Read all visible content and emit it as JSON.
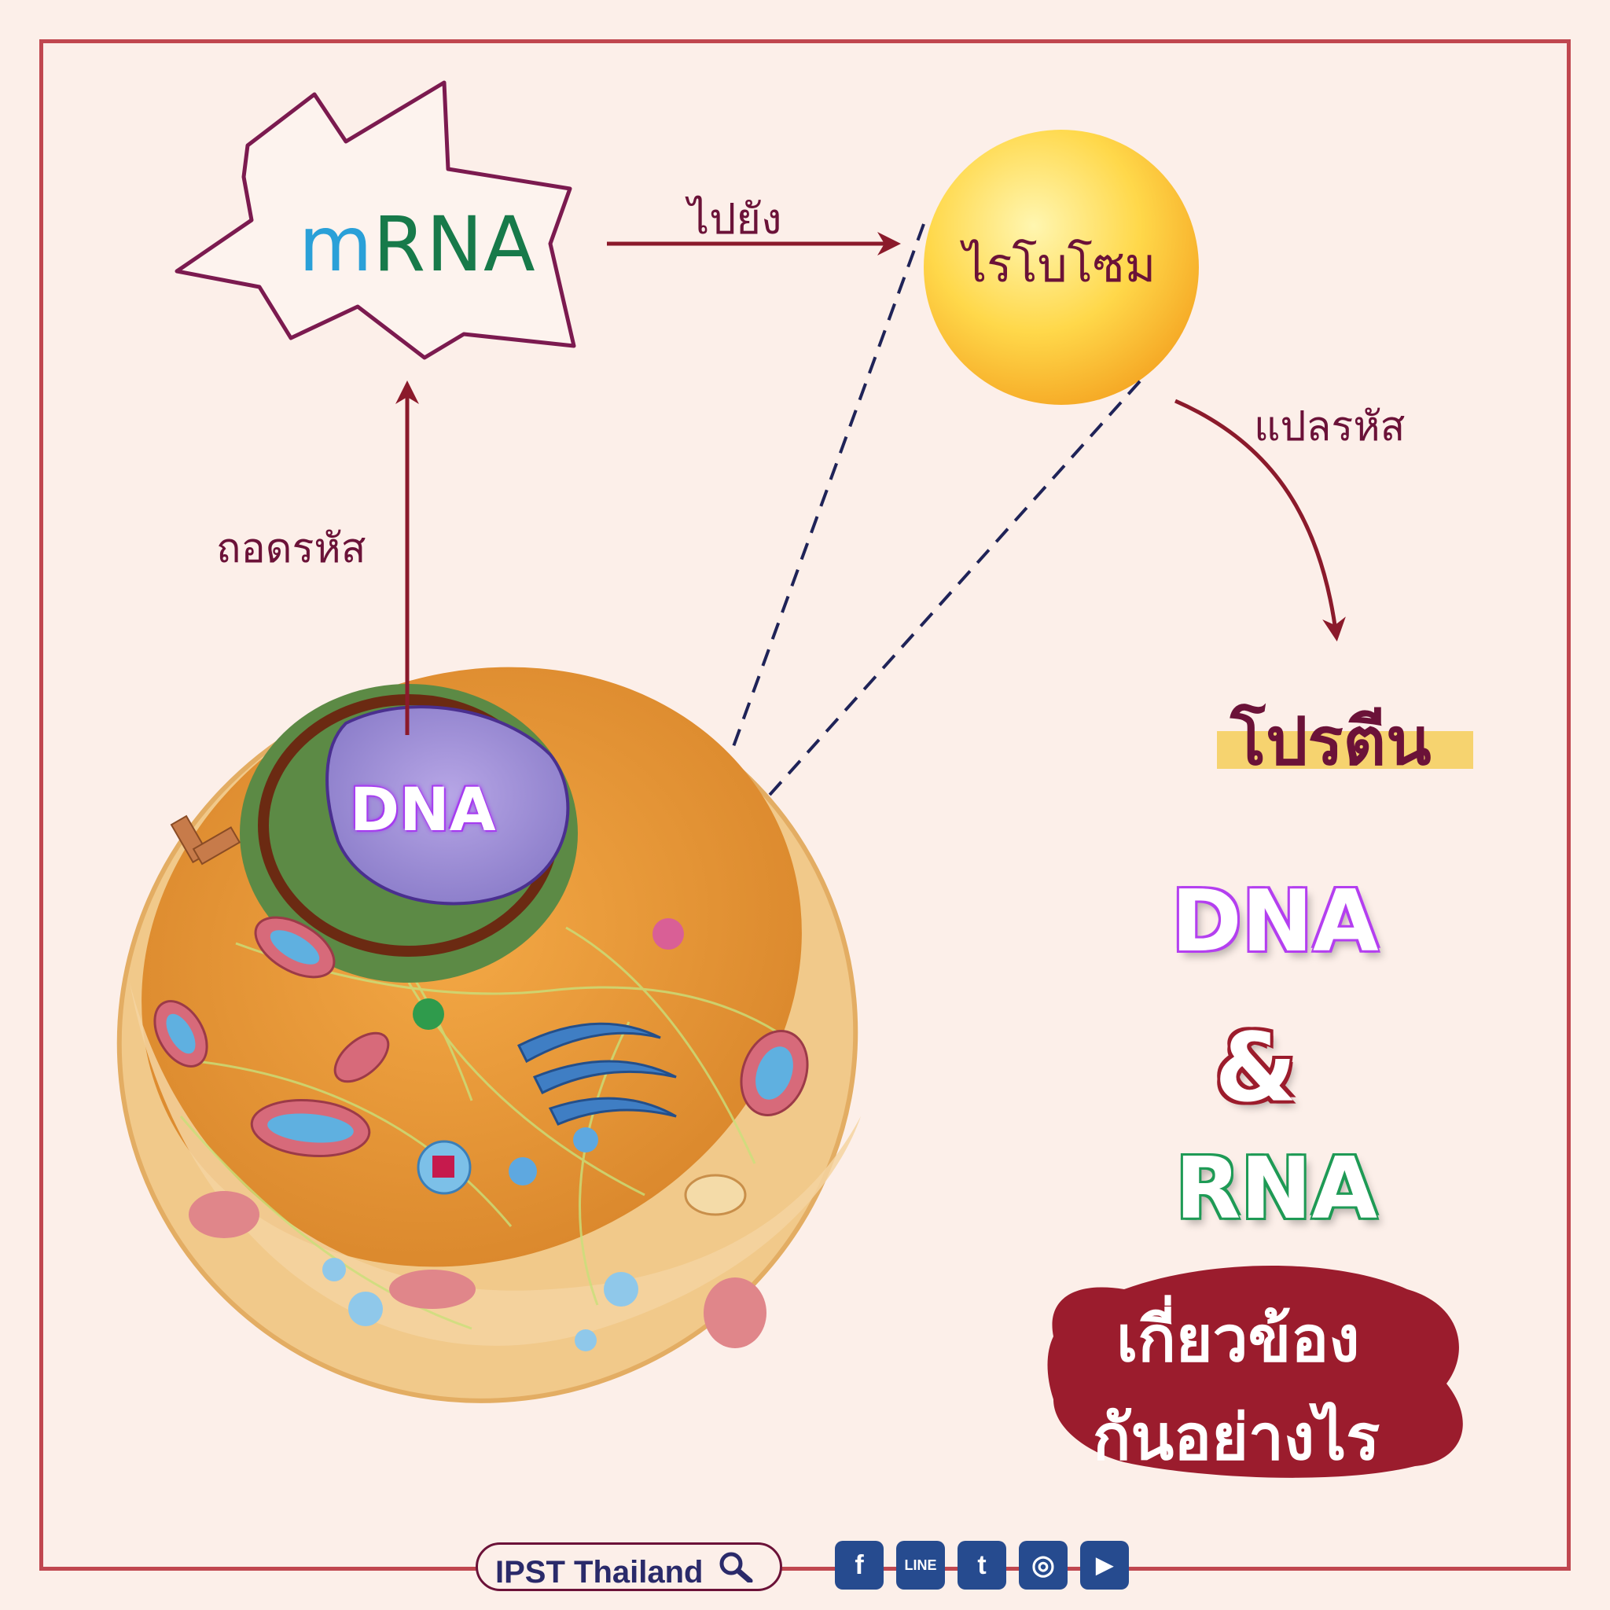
{
  "diagram": {
    "mrna_prefix": "m",
    "mrna_suffix": "RNA",
    "ribosome_label": "ไรโบโซม",
    "to_label": "ไปยัง",
    "transcribe_label": "ถอดรหัส",
    "translate_label": "แปลรหัส",
    "protein_label": "โปรตีน",
    "cell_dna_label": "DNA"
  },
  "title": {
    "dna": "DNA",
    "ampersand": "&",
    "rna": "RNA",
    "question_line1": "เกี่ยวข้อง",
    "question_line2": "กันอย่างไร"
  },
  "footer": {
    "brand": "IPST Thailand",
    "social": [
      {
        "name": "facebook",
        "glyph": "f"
      },
      {
        "name": "line",
        "glyph": "LINE"
      },
      {
        "name": "twitter",
        "glyph": "t"
      },
      {
        "name": "instagram",
        "glyph": "◎"
      },
      {
        "name": "youtube",
        "glyph": "▶"
      }
    ]
  },
  "colors": {
    "background": "#fcefe9",
    "frame": "#c0474f",
    "arrow": "#8b1a2b",
    "text_maroon": "#6b1238",
    "dna_purple": "#b43ff0",
    "rna_green": "#1e9a55"
  }
}
